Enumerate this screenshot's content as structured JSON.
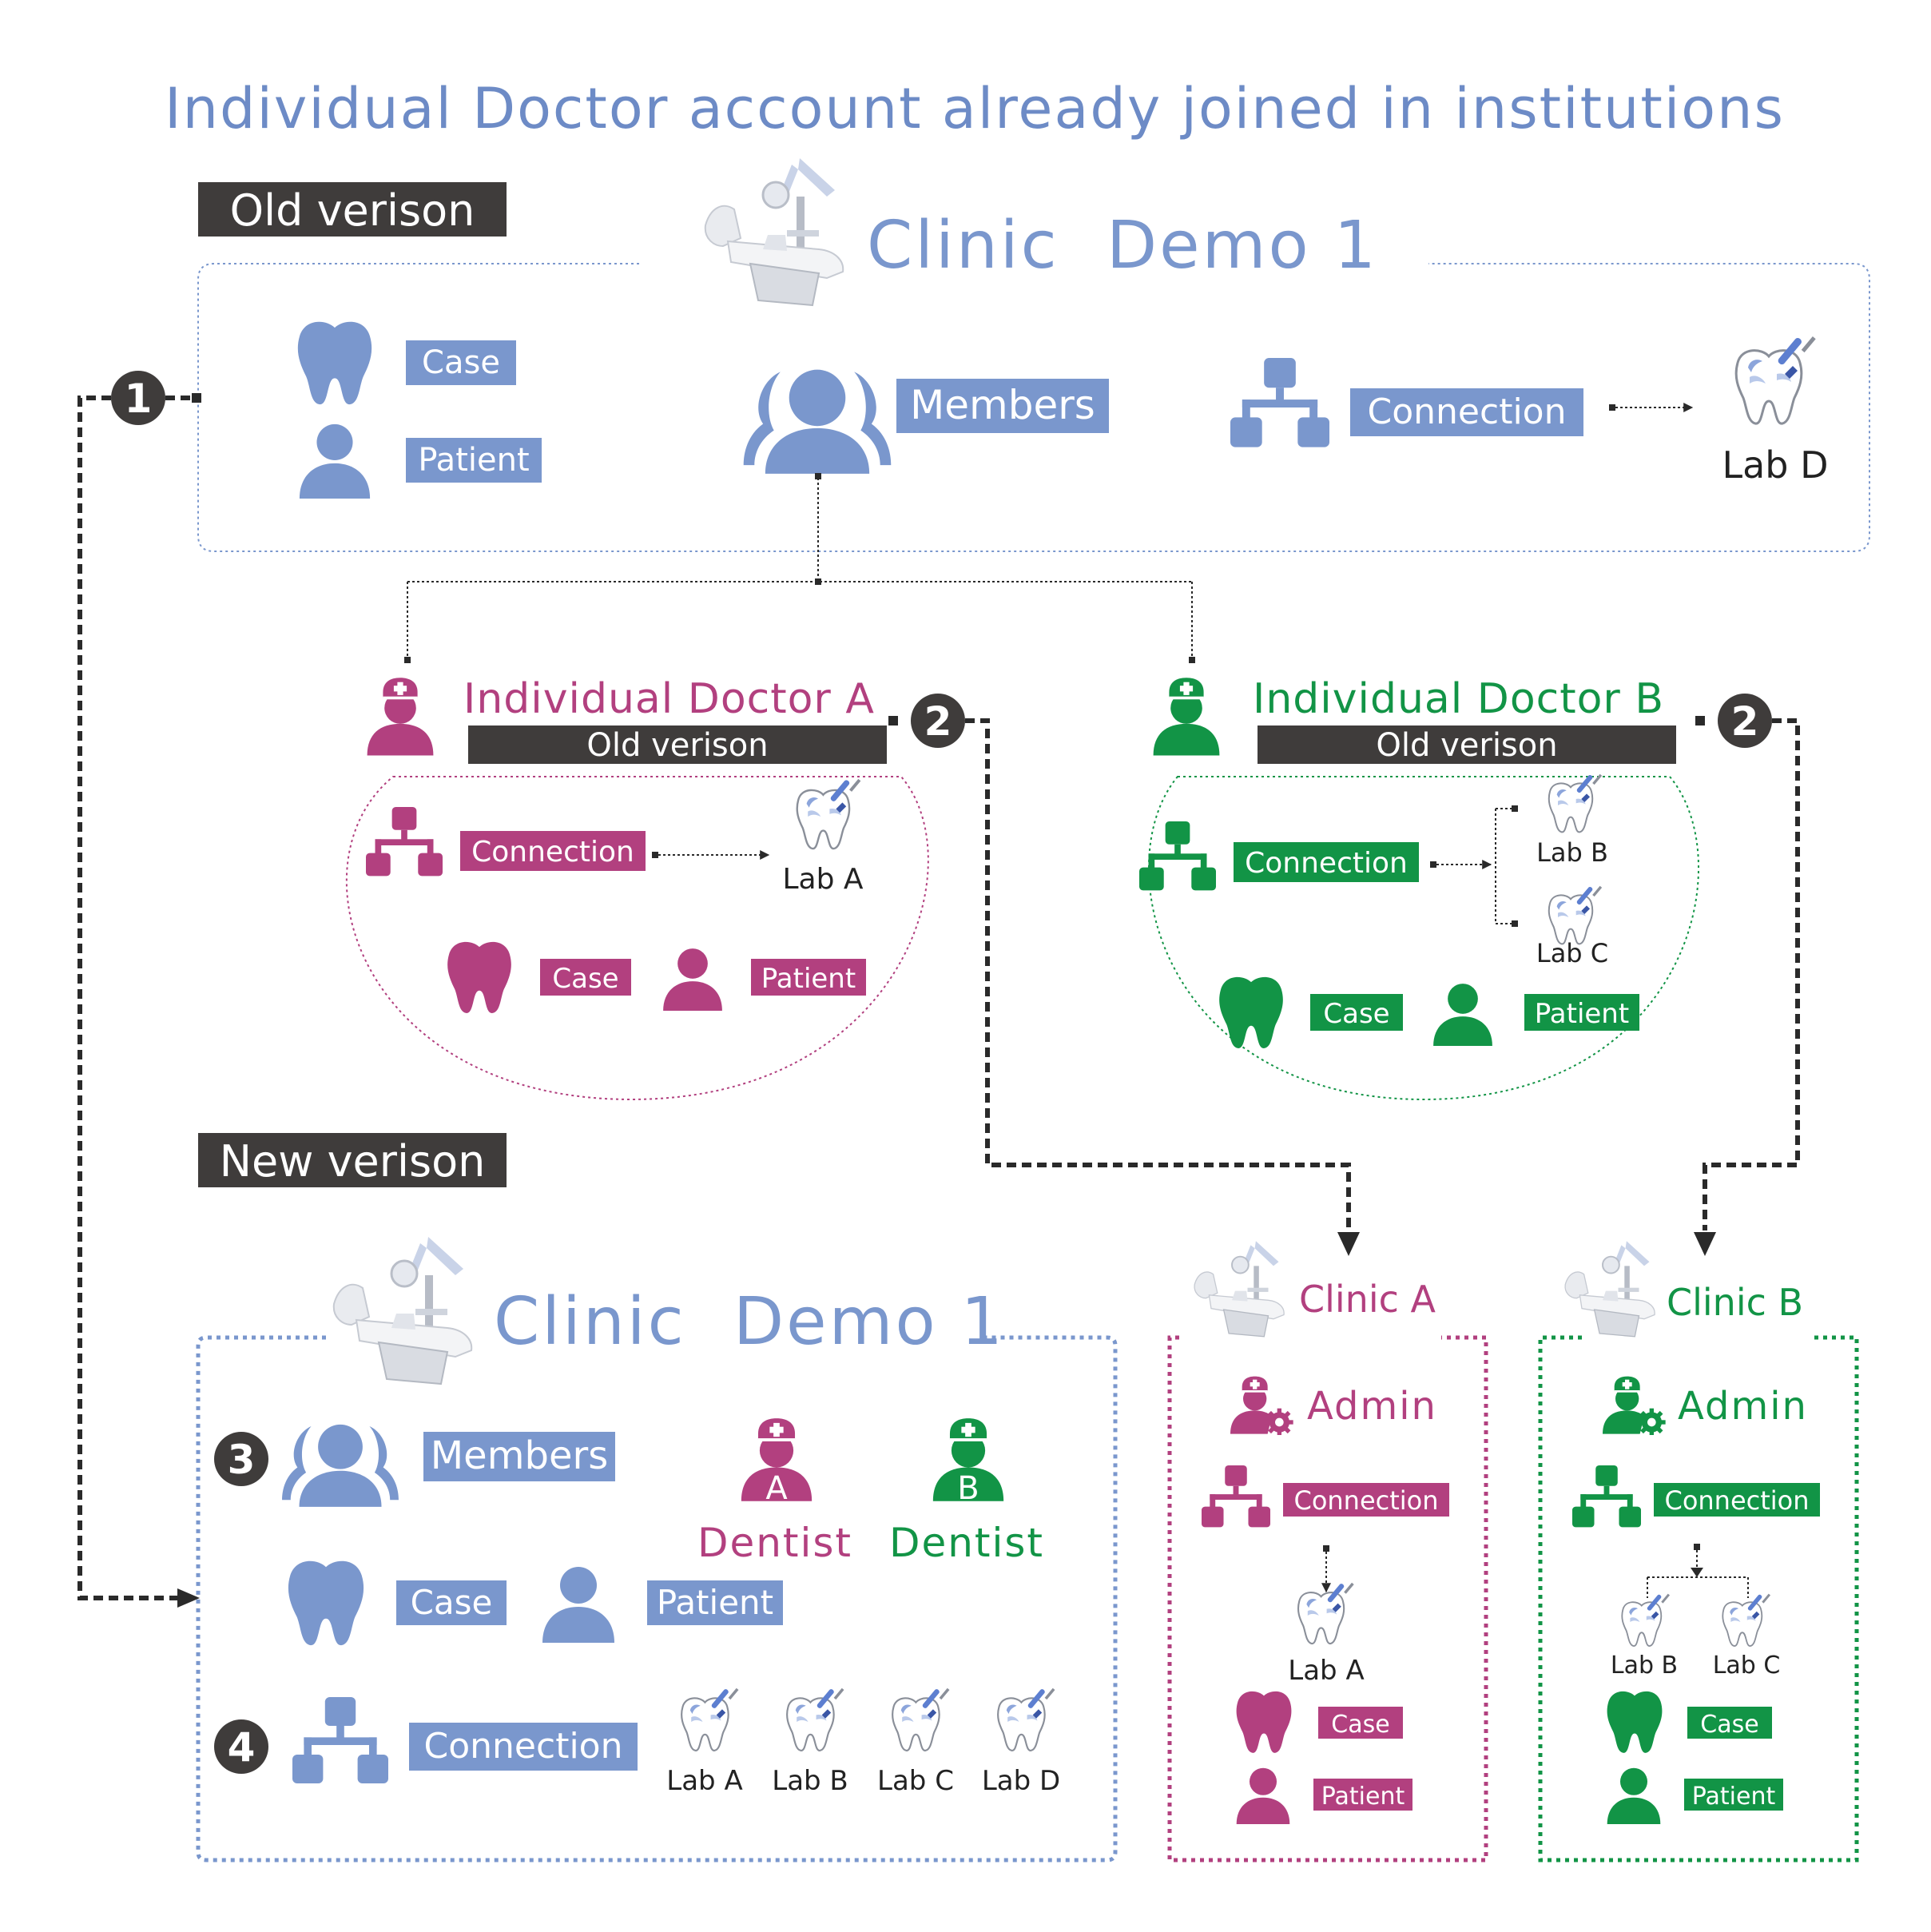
{
  "title": "Individual Doctor account already joined in institutions",
  "colors": {
    "blue": "#7a97cd",
    "title_blue": "#6d8bc6",
    "purple": "#b2407f",
    "green": "#129446",
    "dark": "#3f3c3b",
    "line": "#2a2a2a"
  },
  "old_section": {
    "label": "Old verison",
    "clinic": {
      "name_part1": "Clinic",
      "name_part2": "Demo 1",
      "case_label": "Case",
      "patient_label": "Patient",
      "members_label": "Members",
      "connection_label": "Connection",
      "lab_label": "Lab  D"
    },
    "step1": "1",
    "doctor_a": {
      "name": "Individual Doctor A",
      "version_label": "Old verison",
      "step": "2",
      "connection_label": "Connection",
      "lab_label": "Lab  A",
      "case_label": "Case",
      "patient_label": "Patient"
    },
    "doctor_b": {
      "name": "Individual Doctor B",
      "version_label": "Old verison",
      "step": "2",
      "connection_label": "Connection",
      "lab_b_label": "Lab  B",
      "lab_c_label": "Lab  C",
      "case_label": "Case",
      "patient_label": "Patient"
    }
  },
  "new_section": {
    "label": "New verison",
    "clinic": {
      "name_part1": "Clinic",
      "name_part2": "Demo 1",
      "step3": "3",
      "members_label": "Members",
      "dentist_a_letter": "A",
      "dentist_a_label": "Dentist",
      "dentist_b_letter": "B",
      "dentist_b_label": "Dentist",
      "case_label": "Case",
      "patient_label": "Patient",
      "step4": "4",
      "connection_label": "Connection",
      "labs": [
        "Lab  A",
        "Lab  B",
        "Lab  C",
        "Lab  D"
      ]
    },
    "clinic_a": {
      "name": "Clinic  A",
      "admin_label": "Admin",
      "connection_label": "Connection",
      "lab_label": "Lab  A",
      "case_label": "Case",
      "patient_label": "Patient"
    },
    "clinic_b": {
      "name": "Clinic  B",
      "admin_label": "Admin",
      "connection_label": "Connection",
      "lab_b_label": "Lab  B",
      "lab_c_label": "Lab  C",
      "case_label": "Case",
      "patient_label": "Patient"
    }
  }
}
